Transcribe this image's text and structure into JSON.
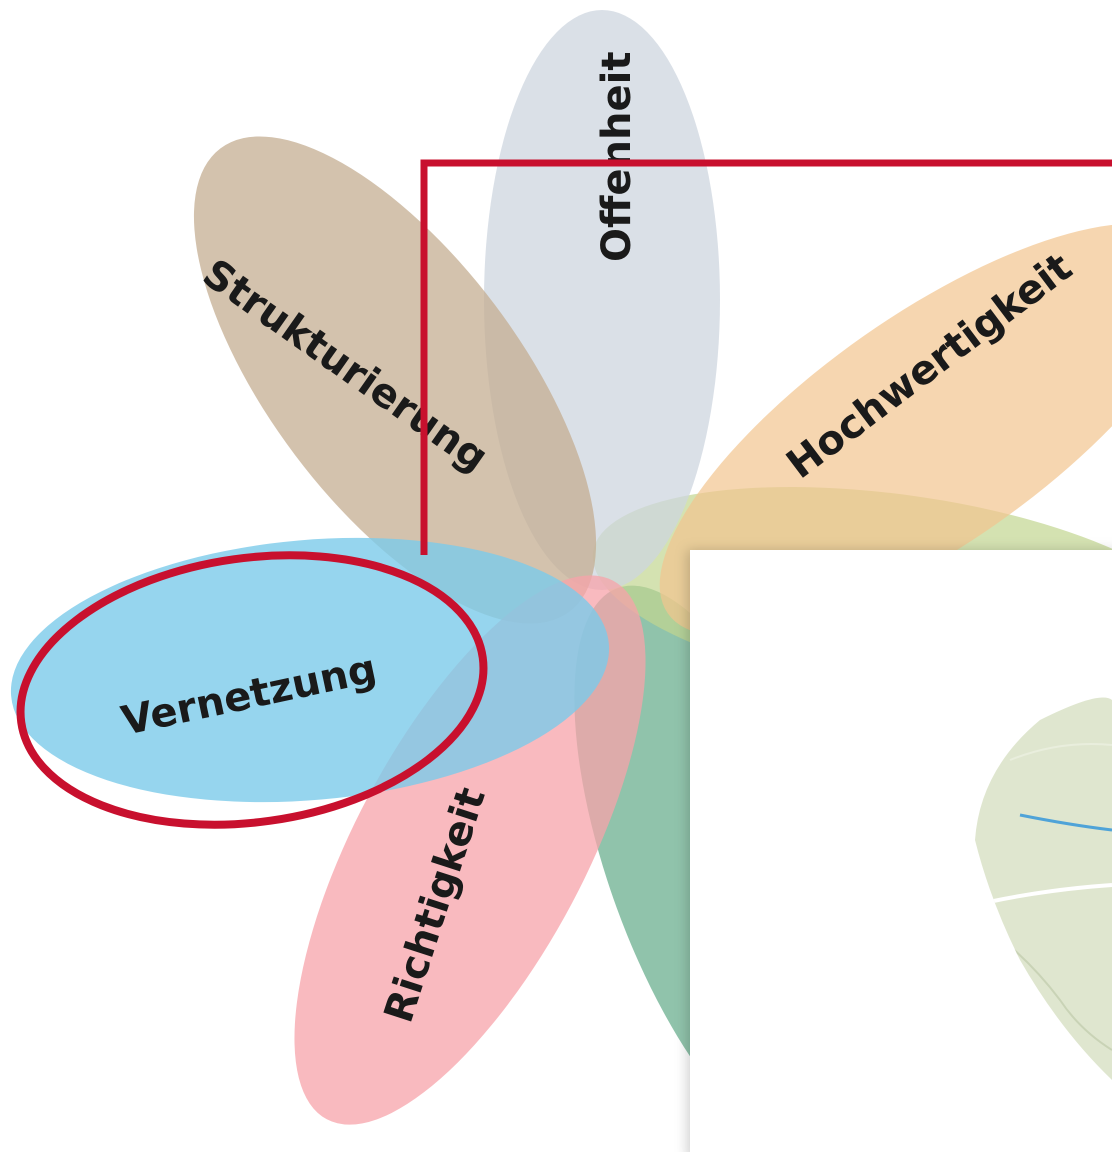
{
  "diagram": {
    "petals": [
      {
        "id": "offenheit",
        "label": "Offenheit",
        "color": "#cdd6df"
      },
      {
        "id": "strukturierung",
        "label": "Strukturierung",
        "color": "#c4ae92"
      },
      {
        "id": "hochwertigkeit",
        "label": "Hochwertigkeit",
        "color": "#f2c48e"
      },
      {
        "id": "vernetzung",
        "label": "Vernetzung",
        "color": "#7ccbea"
      },
      {
        "id": "richtigkeit",
        "label": "Richtigkeit",
        "color": "#f7a3aa"
      },
      {
        "id": "green-petal",
        "label": "",
        "color": "#7db89c"
      },
      {
        "id": "lime-petal",
        "label": "",
        "color": "#c2d690"
      }
    ],
    "highlight_color": "#c8102e",
    "inset_card": {
      "map_colors": {
        "land": "#dfe6cf",
        "river": "#4fa3d8",
        "road": "#ffffff"
      }
    }
  }
}
